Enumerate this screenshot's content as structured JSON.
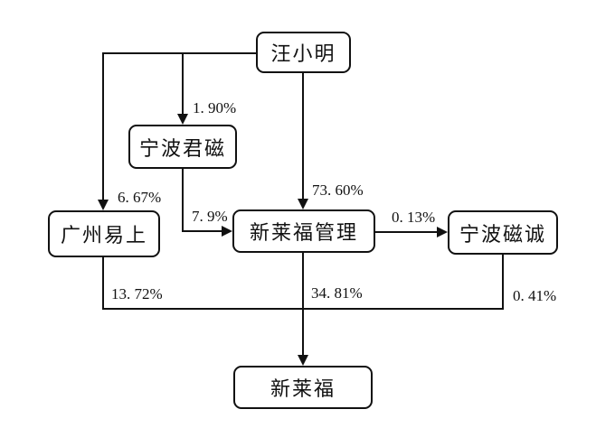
{
  "diagram": {
    "title": "equity-ownership-structure",
    "colors": {
      "background": "#ffffff",
      "line": "#111111",
      "text": "#111111",
      "node_fill": "#ffffff"
    },
    "nodes": {
      "wang": {
        "label": "汪小明"
      },
      "junci": {
        "label": "宁波君磁"
      },
      "yishang": {
        "label": "广州易上"
      },
      "guanli": {
        "label": "新莱福管理"
      },
      "cicheng": {
        "label": "宁波磁诚"
      },
      "xinlaifu": {
        "label": "新莱福"
      }
    },
    "edges": {
      "wang_junci": {
        "from": "汪小明",
        "to": "宁波君磁",
        "label": "1. 90%"
      },
      "wang_yishang": {
        "from": "汪小明",
        "to": "广州易上",
        "label": "6. 67%"
      },
      "wang_guanli": {
        "from": "汪小明",
        "to": "新莱福管理",
        "label": "73. 60%"
      },
      "junci_guanli": {
        "from": "宁波君磁",
        "to": "新莱福管理",
        "label": "7. 9%"
      },
      "guanli_cicheng": {
        "from": "新莱福管理",
        "to": "宁波磁诚",
        "label": "0. 13%"
      },
      "yishang_xinlaifu": {
        "from": "广州易上",
        "to": "新莱福",
        "label": "13. 72%"
      },
      "guanli_xinlaifu": {
        "from": "新莱福管理",
        "to": "新莱福",
        "label": "34. 81%"
      },
      "cicheng_xinlaifu": {
        "from": "宁波磁诚",
        "to": "新莱福",
        "label": "0. 41%"
      }
    }
  }
}
